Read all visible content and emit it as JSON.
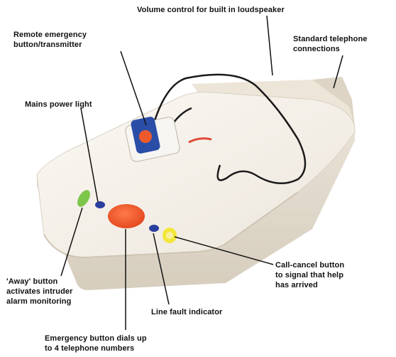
{
  "labels": {
    "volume_control": "Volume control for built in loudspeaker",
    "remote_button": "Remote emergency\nbutton/transmitter",
    "telephone_connections": "Standard telephone\nconnections",
    "mains_power": "Mains power light",
    "call_cancel": "Call-cancel button\nto signal that help\nhas arrived",
    "away_button": "'Away' button\nactivates intruder\nalarm monitoring",
    "line_fault": "Line fault indicator",
    "emergency_button": "Emergency button dials up\nto 4 telephone numbers"
  },
  "colors": {
    "device_body": "#f2ede6",
    "emergency_button": "#ef5a2c",
    "away_button": "#7cc64a",
    "call_cancel_button": "#f3e63a",
    "indicator_blue": "#2a3f9e",
    "pendant_blue": "#2a4ea8",
    "cord": "#1a1a1a"
  }
}
